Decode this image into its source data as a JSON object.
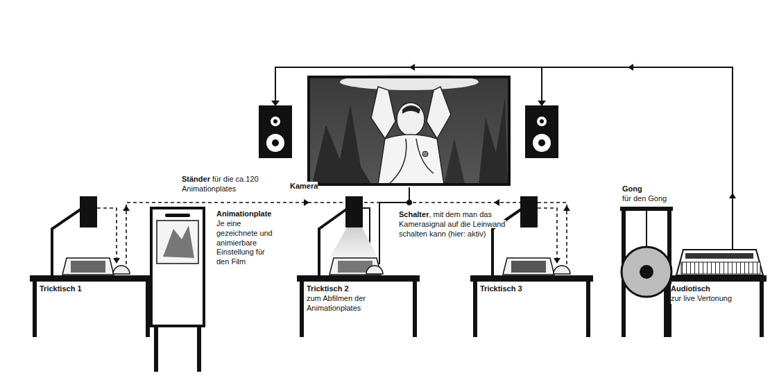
{
  "diagram": {
    "nodes": [
      {
        "text": [
          "Tricktisch 1"
        ]
      },
      {
        "text": [
          "Ständer",
          "für die ca.120 Animationplates"
        ]
      },
      {
        "text": [
          "Tricktisch 2",
          "zum Abfilmen der Animationplates"
        ]
      },
      {
        "text": [
          "Tricktisch 3"
        ]
      },
      {
        "text": [
          "Gong",
          "für den Gong"
        ]
      },
      {
        "text": [
          "Audiotisch",
          "zur live Vertonung"
        ]
      }
    ],
    "labels": [
      "Animationplate",
      "Je eine gezeichnete und animierbare Einstellung für den Film",
      "Kamera",
      "Schalter",
      ", mit dem man das Kamerasignal auf die Leinwand schalten kann (hier: aktiv)"
    ]
  }
}
